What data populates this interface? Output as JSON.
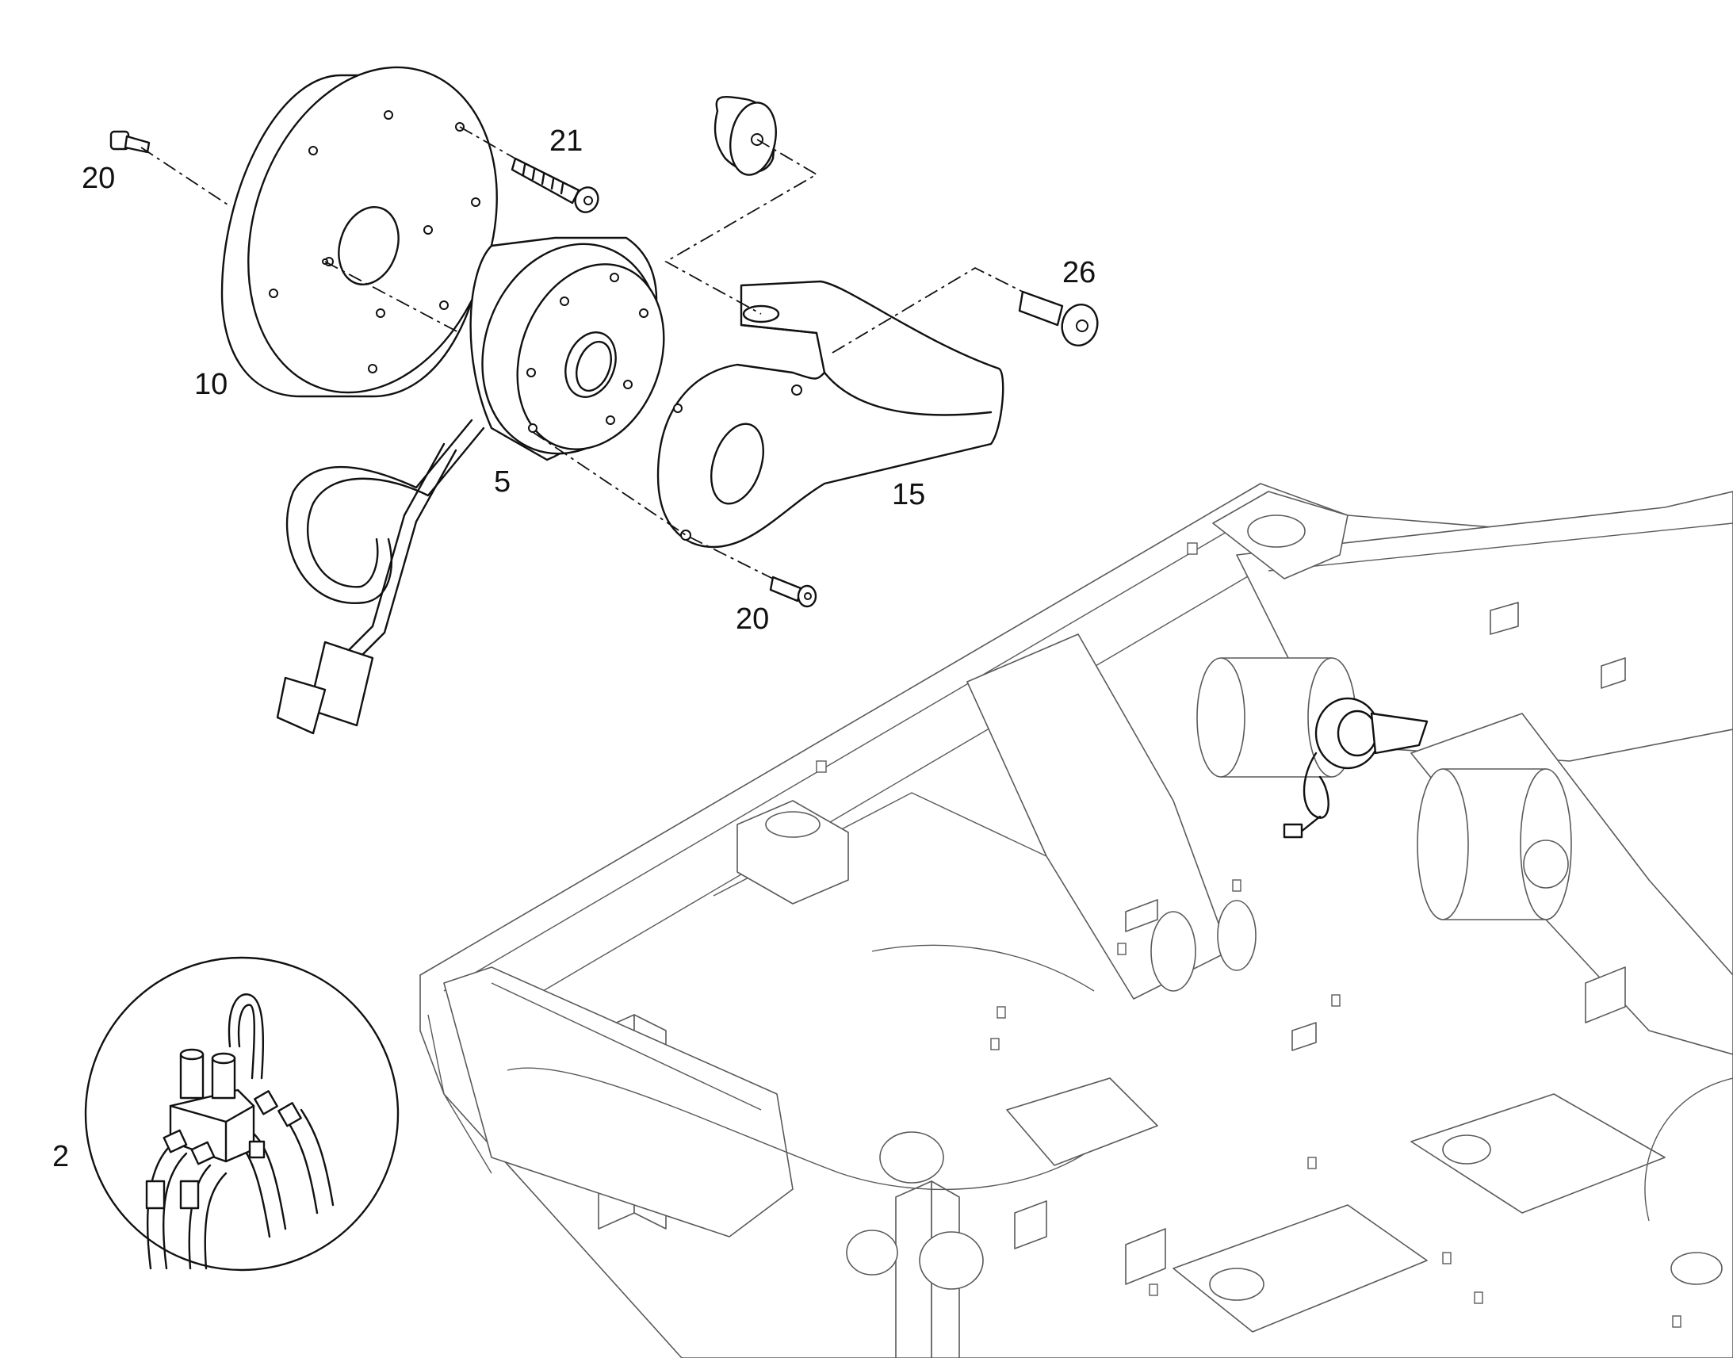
{
  "callouts": {
    "part_20_top": "20",
    "part_21": "21",
    "part_26": "26",
    "part_10": "10",
    "part_5": "5",
    "part_15": "15",
    "part_20_bottom": "20",
    "part_2": "2"
  },
  "colors": {
    "line": "#111111",
    "frame_line": "#5a5a5a",
    "background": "#ffffff"
  }
}
